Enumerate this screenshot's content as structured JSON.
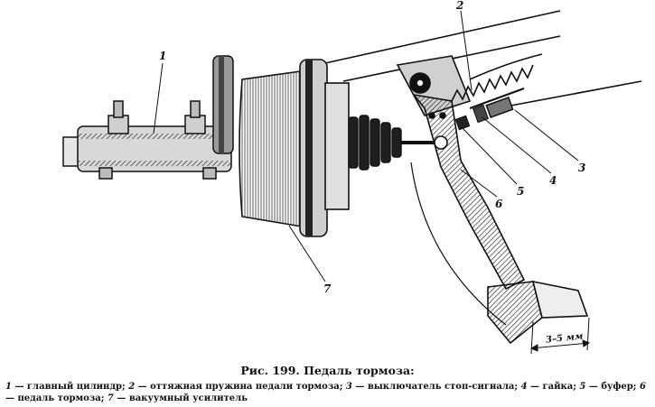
{
  "figure": {
    "title": "Рис. 199. Педаль тормоза:",
    "callouts": [
      "1",
      "2",
      "3",
      "4",
      "5",
      "6",
      "7"
    ],
    "dimension_label": "3–5 мм"
  },
  "legend": [
    {
      "num": "1",
      "text": " — главный цилиндр; "
    },
    {
      "num": "2",
      "text": " — оттяжная пружина педали тормоза; "
    },
    {
      "num": "3",
      "text": " — выключатель стоп-сигнала; "
    },
    {
      "num": "4",
      "text": " — гайка; "
    },
    {
      "num": "5",
      "text": " — буфер; "
    },
    {
      "num": "6",
      "text": " — педаль тормоза; "
    },
    {
      "num": "7",
      "text": " — вакуумный усилитель"
    }
  ]
}
